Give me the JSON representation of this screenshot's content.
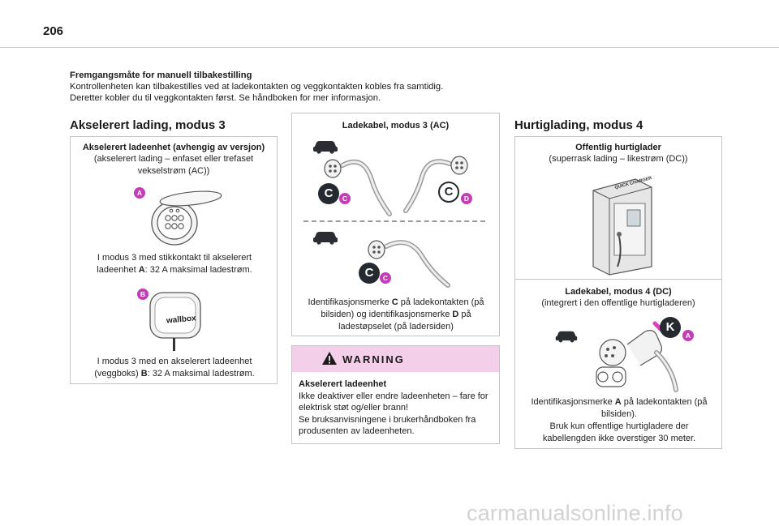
{
  "page": {
    "number": "206"
  },
  "intro": {
    "title": "Fremgangsmåte for manuell tilbakestilling",
    "line1": "Kontrollenheten kan tilbakestilles ved at ladekontakten og veggkontakten kobles fra samtidig.",
    "line2": "Deretter kobler du til veggkontakten først. Se håndboken for mer informasjon."
  },
  "left_column": {
    "heading": "Akselerert lading, modus 3",
    "box_title": "Akselerert ladeenhet (avhengig av versjon)",
    "box_subtitle": "(akselerert lading – enfaset eller trefaset vekselstrøm (AC))",
    "badge_a": "A",
    "badge_b": "B",
    "text_a": {
      "pre": "I modus 3 med stikkontakt til akselerert ladeenhet ",
      "bold": "A",
      "post": ": 32 A maksimal ladestrøm."
    },
    "wallbox_label": "wallbox",
    "text_b": {
      "pre": "I modus 3 med en akselerert ladeenhet (veggboks) ",
      "bold": "B",
      "post": ": 32 A maksimal ladestrøm."
    }
  },
  "middle_column": {
    "box_title": "Ladekabel, modus 3 (AC)",
    "marker_c": "C",
    "marker_d": "D",
    "text": {
      "pre1": "Identifikasjonsmerke ",
      "bold1": "C",
      "mid": " på ladekontakten (på bilsiden) og identifikasjonsmerke ",
      "bold2": "D",
      "post": " på ladestøpselet (på ladersiden)"
    },
    "warning": {
      "title": "WARNING",
      "subtitle": "Akselerert ladeenhet",
      "body": "Ikke deaktiver eller endre ladeenheten – fare for elektrisk støt og/eller brann!",
      "body2": "Se bruksanvisningene i brukerhåndboken fra produsenten av ladeenheten."
    }
  },
  "right_column": {
    "heading": "Hurtiglading, modus 4",
    "box1_title": "Offentlig hurtiglader",
    "box1_subtitle": "(superrask lading – likestrøm (DC))",
    "charger_label": "QUICK CHARGER",
    "box2_title": "Ladekabel, modus 4 (DC)",
    "box2_subtitle": "(integrert i den offentlige hurtigladeren)",
    "marker_k": "K",
    "badge_a": "A",
    "text": {
      "pre": "Identifikasjonsmerke ",
      "bold": "A",
      "post": " på ladekontakten (på bilsiden).",
      "line2": "Bruk kun offentlige hurtigladere der kabellengden ikke overstiger 30 meter."
    }
  },
  "watermark": "carmanualsonline.info",
  "colors": {
    "accent": "#c33db6",
    "warning_bg": "#f3cfe9",
    "marker_dark": "#252a30"
  }
}
